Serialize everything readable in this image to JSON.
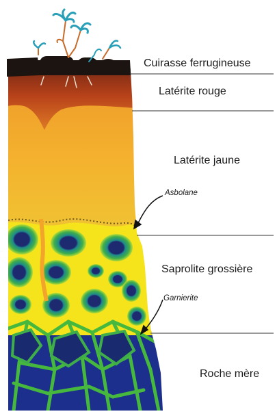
{
  "layers": [
    {
      "label": "Cuirasse ferrugineuse"
    },
    {
      "label": "Latérite rouge"
    },
    {
      "label": "Latérite jaune"
    },
    {
      "label": "Saprolite grossière"
    },
    {
      "label": "Roche mère"
    }
  ],
  "callouts": [
    {
      "label": "Asbolane"
    },
    {
      "label": "Garnierite"
    }
  ],
  "colors": {
    "crust": "#1c1410",
    "red_laterite": "#b8421a",
    "yellow_laterite": "#f2ad2a",
    "saprolite_yellow": "#f5e41c",
    "saprolite_green": "#3fae4a",
    "bedrock": "#1c2f8c",
    "plant": "#2a9fb8"
  }
}
